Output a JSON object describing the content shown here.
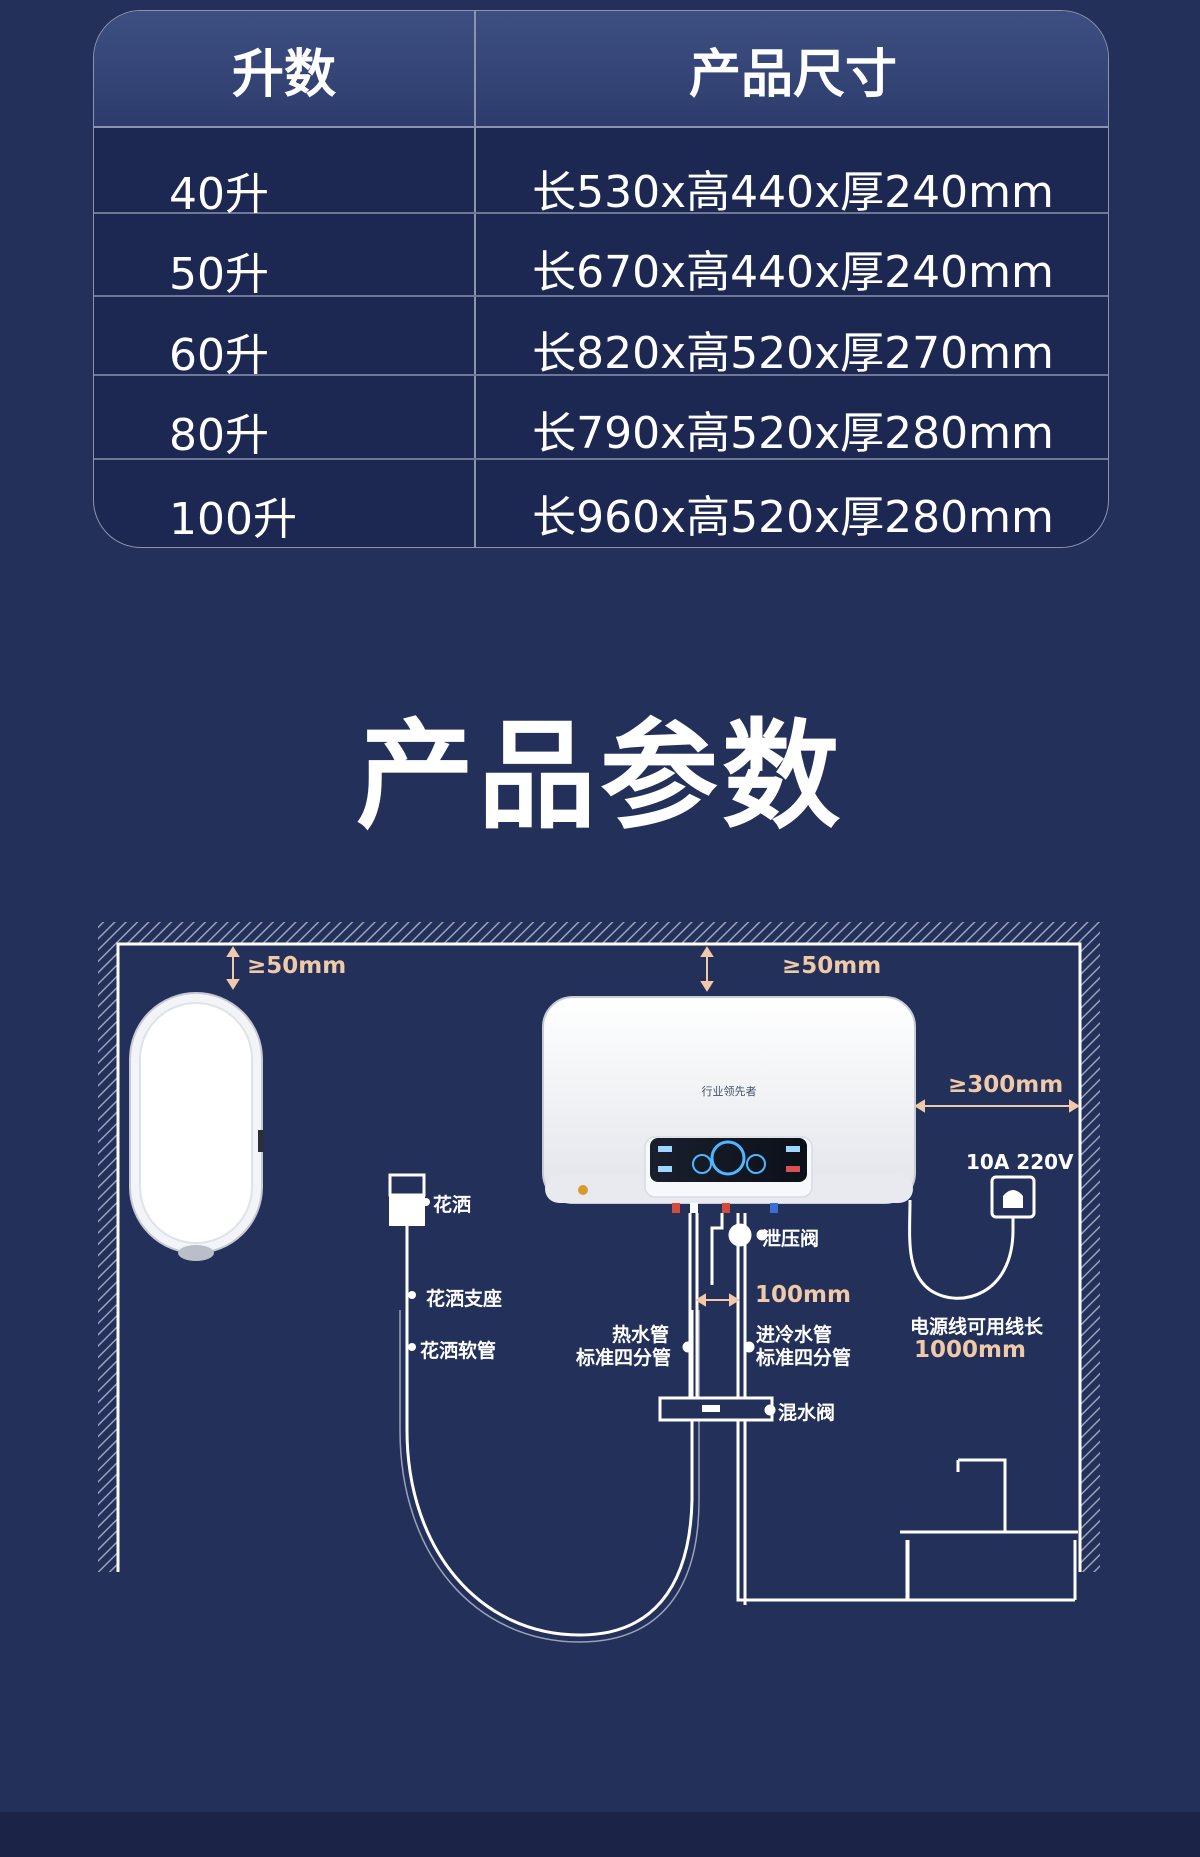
{
  "spec_table": {
    "headers": {
      "capacity": "升数",
      "size": "产品尺寸"
    },
    "rows": [
      {
        "capacity": "40升",
        "size": "长530x高440x厚240mm"
      },
      {
        "capacity": "50升",
        "size": "长670x高440x厚240mm"
      },
      {
        "capacity": "60升",
        "size": "长820x高520x厚270mm"
      },
      {
        "capacity": "80升",
        "size": "长790x高520x厚280mm"
      },
      {
        "capacity": "100升",
        "size": "长960x高520x厚280mm"
      }
    ]
  },
  "section_title": "产品参数",
  "diagram": {
    "clearance_top_left": "≥50mm",
    "clearance_top_heater": "≥50mm",
    "clearance_side": "≥300mm",
    "pipe_spacing": "100mm",
    "outlet_rating": "10A 220V",
    "cord_label": "电源线可用线长",
    "cord_length": "1000mm",
    "labels": {
      "shower_head": "花洒",
      "shower_holder": "花洒支座",
      "shower_hose": "花洒软管",
      "hot_pipe": "热水管",
      "hot_pipe_spec": "标准四分管",
      "relief_valve": "泄压阀",
      "cold_pipe": "进冷水管",
      "cold_pipe_spec": "标准四分管",
      "mixing_valve": "混水阀"
    },
    "heater_brand": "行业领先者"
  },
  "colors": {
    "background": "#23305a",
    "table_header": "#344676",
    "dimension_text": "#f0c9a8",
    "line": "#ffffff"
  }
}
